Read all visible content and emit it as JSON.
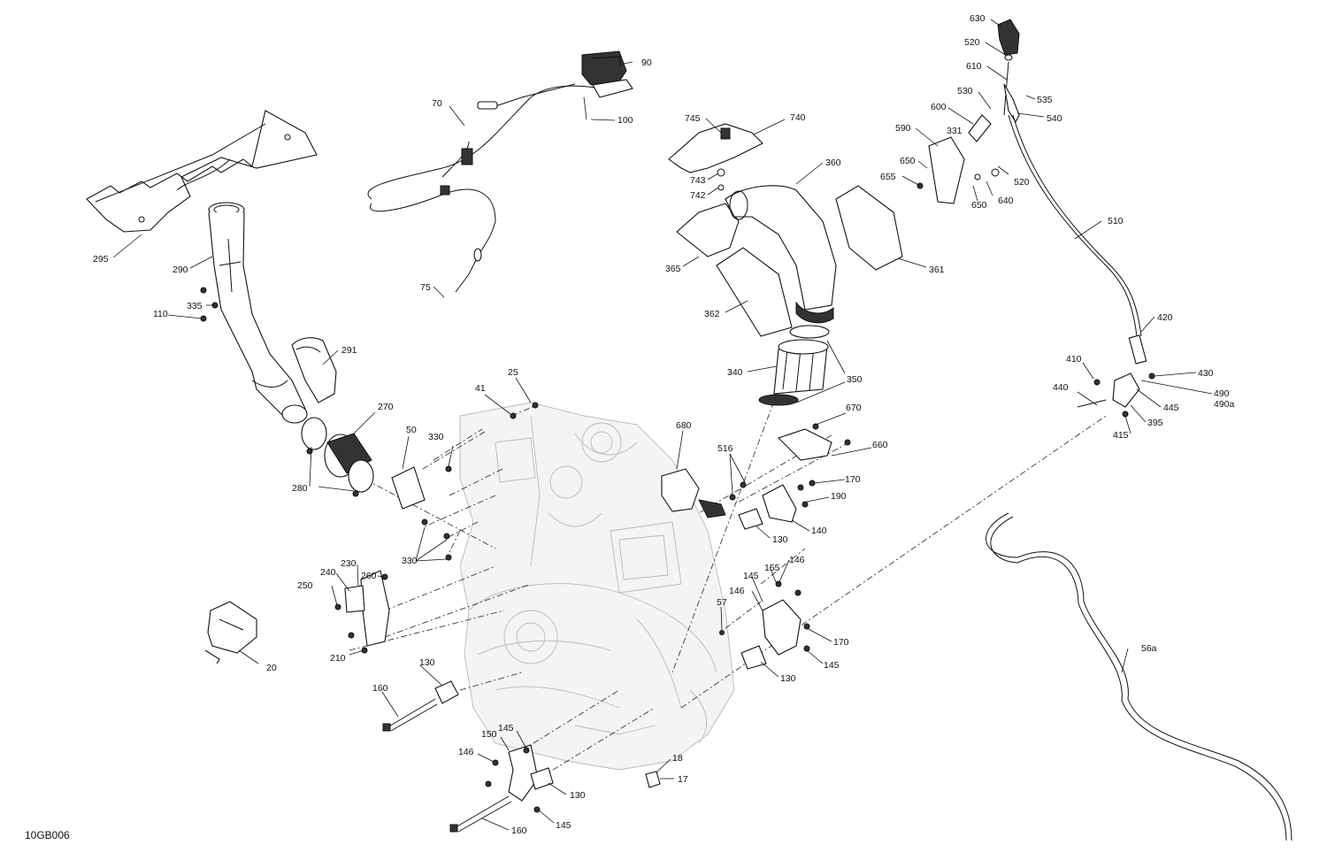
{
  "drawing_ref": "10GB006",
  "callouts": [
    "630",
    "520",
    "90",
    "610",
    "530",
    "535",
    "540",
    "70",
    "100",
    "745",
    "740",
    "600",
    "590",
    "331",
    "360",
    "650",
    "655",
    "520",
    "743",
    "742",
    "640",
    "650",
    "295",
    "290",
    "510",
    "365",
    "361",
    "335",
    "110",
    "75",
    "362",
    "420",
    "291",
    "340",
    "350",
    "410",
    "430",
    "440",
    "490",
    "490a",
    "445",
    "395",
    "415",
    "25",
    "41",
    "270",
    "50",
    "330",
    "680",
    "670",
    "280",
    "516",
    "660",
    "170",
    "190",
    "140",
    "130",
    "330",
    "260",
    "230",
    "240",
    "250",
    "146",
    "155",
    "145",
    "146",
    "57",
    "170",
    "145",
    "20",
    "210",
    "130",
    "130",
    "160",
    "150",
    "145",
    "146",
    "18",
    "17",
    "130",
    "56a",
    "145",
    "160"
  ]
}
